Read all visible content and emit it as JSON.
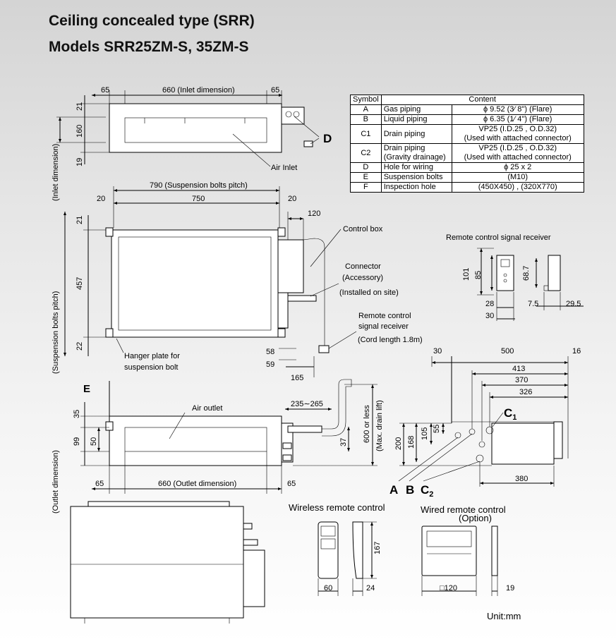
{
  "title": "Ceiling concealed type (SRR)",
  "subtitle": "Models SRR25ZM-S, 35ZM-S",
  "table": {
    "headers": [
      "Symbol",
      "Content"
    ],
    "rows": [
      {
        "symbol": "A",
        "name": "Gas piping",
        "value": "ϕ 9.52 (3⁄ 8\") (Flare)"
      },
      {
        "symbol": "B",
        "name": "Liquid piping",
        "value": "ϕ 6.35 (1⁄ 4\") (Flare)"
      },
      {
        "symbol": "C1",
        "name": "Drain piping",
        "value": "VP25 (I.D.25 , O.D.32)\n(Used with attached connector)"
      },
      {
        "symbol": "C2",
        "name": "Drain piping\n(Gravity drainage)",
        "value": "VP25 (I.D.25 , O.D.32)\n(Used with attached connector)"
      },
      {
        "symbol": "D",
        "name": "Hole for wiring",
        "value": "ϕ 25 x 2"
      },
      {
        "symbol": "E",
        "name": "Suspension bolts",
        "value": "(M10)"
      },
      {
        "symbol": "F",
        "name": "Inspection hole",
        "value": "(450X450) , (320X770)"
      }
    ]
  },
  "top_view": {
    "dims_top": [
      "65",
      "660 (Inlet dimension)",
      "65"
    ],
    "dims_left": [
      "21",
      "160",
      "19"
    ],
    "side_label": "(Inlet dimension)",
    "callout_air_inlet": "Air Inlet",
    "callout_d": "D"
  },
  "plan_view": {
    "dim_pitch": "790 (Suspension bolts pitch)",
    "dims_top": [
      "20",
      "750",
      "20"
    ],
    "dim_120": "120",
    "dims_left": [
      "21",
      "457",
      "22"
    ],
    "side_label": "(Suspension bolts pitch)",
    "dims_right": [
      "58",
      "59",
      "165"
    ],
    "callout_control_box": "Control box",
    "callout_connector": "Connector",
    "callout_connector_2": "(Accessory)",
    "callout_installed": "(Installed on site)",
    "callout_remote_receiver": "Remote control",
    "callout_remote_receiver_2": "signal receiver",
    "callout_cord": "(Cord length 1.8m)",
    "callout_hanger": "Hanger plate for",
    "callout_hanger_2": "suspension bolt"
  },
  "remote_receiver": {
    "title": "Remote control signal receiver",
    "dims": [
      "101",
      "85",
      "68.7",
      "28",
      "30",
      "7.5",
      "29.5"
    ]
  },
  "front_view": {
    "label_e": "E",
    "callout_air_outlet": "Air outlet",
    "dims_left": [
      "35",
      "99",
      "50"
    ],
    "side_label": "(Outlet dimension)",
    "dim_drain": "235∼265",
    "dim_37": "37",
    "dim_drain_lift": "600 or less",
    "dim_drain_lift_2": "(Max. drain lift)",
    "dims_bottom": [
      "65",
      "660 (Outlet dimension)",
      "65"
    ]
  },
  "side_view": {
    "dims_top": [
      "30",
      "500",
      "16"
    ],
    "dims_h": [
      "413",
      "370",
      "326",
      "380"
    ],
    "dims_v": [
      "200",
      "168",
      "105",
      "55"
    ],
    "label_c1": "C",
    "label_c1_sub": "1",
    "labels_bottom": [
      "A",
      "B",
      "C"
    ],
    "label_c2_sub": "2"
  },
  "wireless": {
    "title": "Wireless remote control",
    "dims": [
      "167",
      "60",
      "24"
    ]
  },
  "wired": {
    "title": "Wired remote control",
    "title_2": "(Option)",
    "dims": [
      "□120",
      "19"
    ]
  },
  "unit_label": "Unit:mm"
}
